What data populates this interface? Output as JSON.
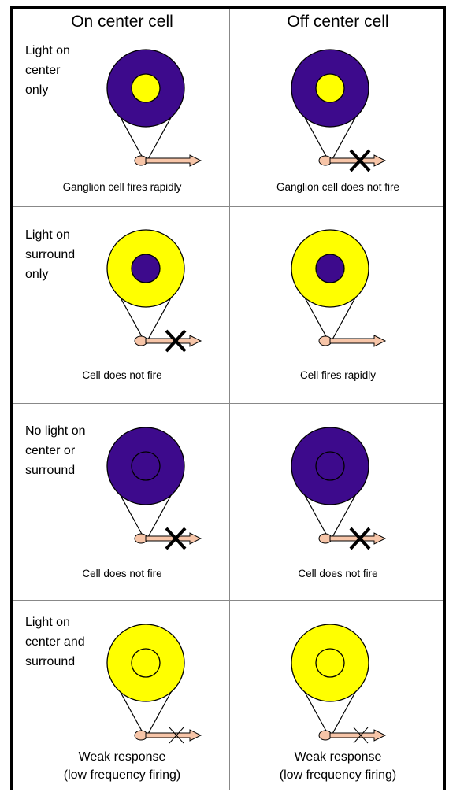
{
  "headers": {
    "on_center": "On center cell",
    "off_center": "Off center cell"
  },
  "colors": {
    "light": "#ffff00",
    "dark": "#3d0a8c",
    "axon": "#f7c5a8",
    "stroke": "#000000"
  },
  "rows": [
    {
      "condition_lines": [
        "Light on",
        "center",
        "only"
      ],
      "on_cell": {
        "caption": "Ganglion cell fires rapidly",
        "fires": "rapid",
        "surround": "dark",
        "center": "light",
        "center_outlined": false
      },
      "off_cell": {
        "caption": "Ganglion cell does not fire",
        "fires": "none",
        "surround": "dark",
        "center": "light",
        "center_outlined": false
      }
    },
    {
      "condition_lines": [
        "Light on",
        "surround",
        "only"
      ],
      "on_cell": {
        "caption": "Cell does not fire",
        "fires": "none",
        "surround": "light",
        "center": "dark",
        "center_outlined": false
      },
      "off_cell": {
        "caption": "Cell fires rapidly",
        "fires": "rapid",
        "surround": "light",
        "center": "dark",
        "center_outlined": false
      }
    },
    {
      "condition_lines": [
        "No light on",
        "center or",
        "surround"
      ],
      "on_cell": {
        "caption": "Cell does not fire",
        "fires": "none",
        "surround": "dark",
        "center": "dark",
        "center_outlined": true
      },
      "off_cell": {
        "caption": "Cell does not fire",
        "fires": "none",
        "surround": "dark",
        "center": "dark",
        "center_outlined": true
      }
    },
    {
      "condition_lines": [
        "Light on",
        "center and",
        "surround"
      ],
      "on_cell": {
        "caption_lines": [
          "Weak response",
          "(low frequency firing)"
        ],
        "fires": "weak",
        "surround": "light",
        "center": "light",
        "center_outlined": true
      },
      "off_cell": {
        "caption_lines": [
          "Weak response",
          "(low frequency firing)"
        ],
        "fires": "weak",
        "surround": "light",
        "center": "light",
        "center_outlined": true
      }
    }
  ]
}
